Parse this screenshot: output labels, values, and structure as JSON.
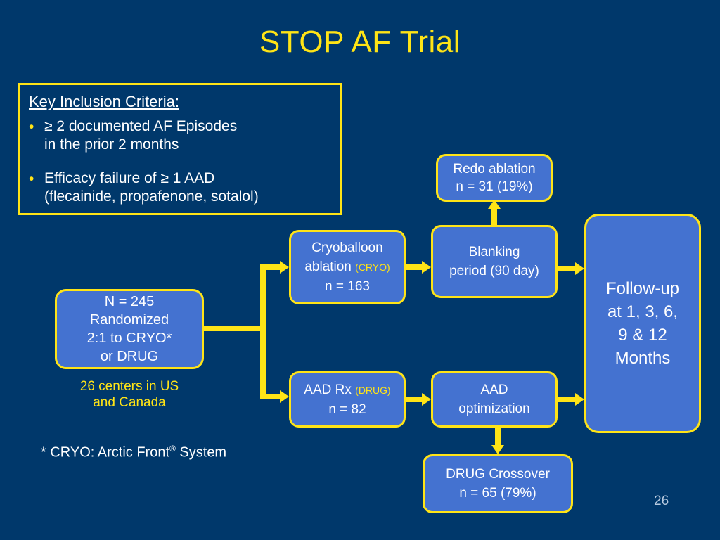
{
  "slide": {
    "title": "STOP AF Trial",
    "page_number": "26",
    "footnote_prefix": "* CRYO: Arctic Front",
    "footnote_sup": "®",
    "footnote_suffix": " System",
    "colors": {
      "background": "#00386b",
      "accent_yellow": "#ffe416",
      "box_blue": "#4472d0",
      "text_white": "#ffffff"
    }
  },
  "criteria": {
    "heading": "Key Inclusion Criteria:",
    "bullet_glyph": "•",
    "items": [
      {
        "line1": "≥ 2 documented AF Episodes",
        "line2": "in the prior 2 months"
      },
      {
        "line1": "Efficacy failure of ≥ 1 AAD",
        "line2": "(flecainide, propafenone, sotalol)"
      }
    ]
  },
  "flow": {
    "randomized": {
      "line1": "N = 245",
      "line2": "Randomized",
      "line3": "2:1 to CRYO*",
      "line4": "or DRUG"
    },
    "centers_caption": {
      "line1": "26 centers in US",
      "line2": "and Canada"
    },
    "cryo": {
      "line1": "Cryoballoon",
      "line2_main": "ablation ",
      "line2_tag": "(CRYO)",
      "line3": "n = 163"
    },
    "aad_rx": {
      "line1_main": "AAD Rx ",
      "line1_tag": "(DRUG)",
      "line2": "n = 82"
    },
    "blanking": {
      "line1": "Blanking",
      "line2": "period (90 day)"
    },
    "redo": {
      "line1": "Redo ablation",
      "line2": "n = 31 (19%)"
    },
    "aad_optimization": {
      "line1": "AAD",
      "line2": "optimization"
    },
    "drug_crossover": {
      "line1": "DRUG Crossover",
      "line2": "n = 65 (79%)"
    },
    "followup": {
      "line1": "Follow-up",
      "line2": "at 1, 3, 6,",
      "line3": "9 & 12",
      "line4": "Months"
    }
  }
}
